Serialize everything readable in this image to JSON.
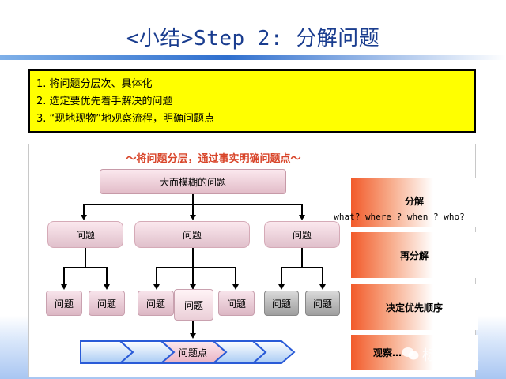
{
  "title": "<小结>Step 2: 分解问题",
  "summary": [
    "1.  将问题分层次、具体化",
    "2.  选定要优先着手解决的问题",
    "3.  “现地现物”地观察流程，明确问题点"
  ],
  "diagram": {
    "subtitle": "～将问题分层，通过事实明确问题点～",
    "top": "大而模糊的问题",
    "level2": [
      "问题",
      "问题",
      "问题"
    ],
    "level3": [
      "问题",
      "问题",
      "问题",
      "问题",
      "问题",
      "问题",
      "问题"
    ],
    "focus": "问题点"
  },
  "steps": [
    {
      "label": "分解",
      "sub": "what? where ? when ? who?"
    },
    {
      "label": "再分解"
    },
    {
      "label": "决定优先顺序"
    },
    {
      "label": "观察…"
    }
  ],
  "watermark": "标杆精益",
  "colors": {
    "accent": "#f25a2a",
    "title": "#1a3d8f",
    "highlight": "#ffff00"
  }
}
